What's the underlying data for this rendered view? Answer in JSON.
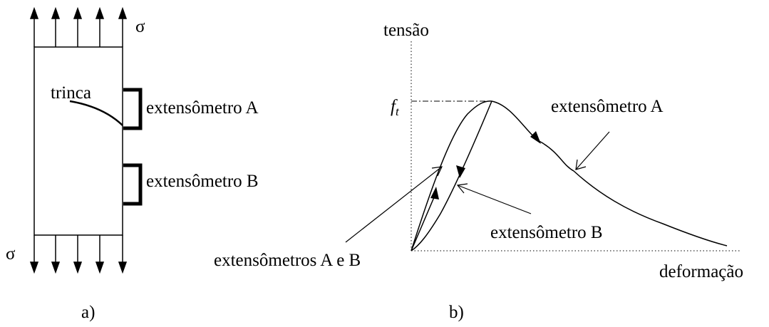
{
  "panel_a": {
    "caption": "a)",
    "stress_symbol_top": "σ",
    "stress_symbol_bottom": "σ",
    "crack_label": "trinca",
    "gauge_a_label": "extensômetro A",
    "gauge_b_label": "extensômetro B"
  },
  "panel_b": {
    "caption": "b)",
    "y_axis_label": "tensão",
    "x_axis_label": "deformação",
    "peak_label_main": "f",
    "peak_label_sub": "t",
    "curve_a_label": "extensômetro A",
    "curve_b_label": "extensômetro B",
    "curves_ab_label": "extensômetros A e B"
  }
}
